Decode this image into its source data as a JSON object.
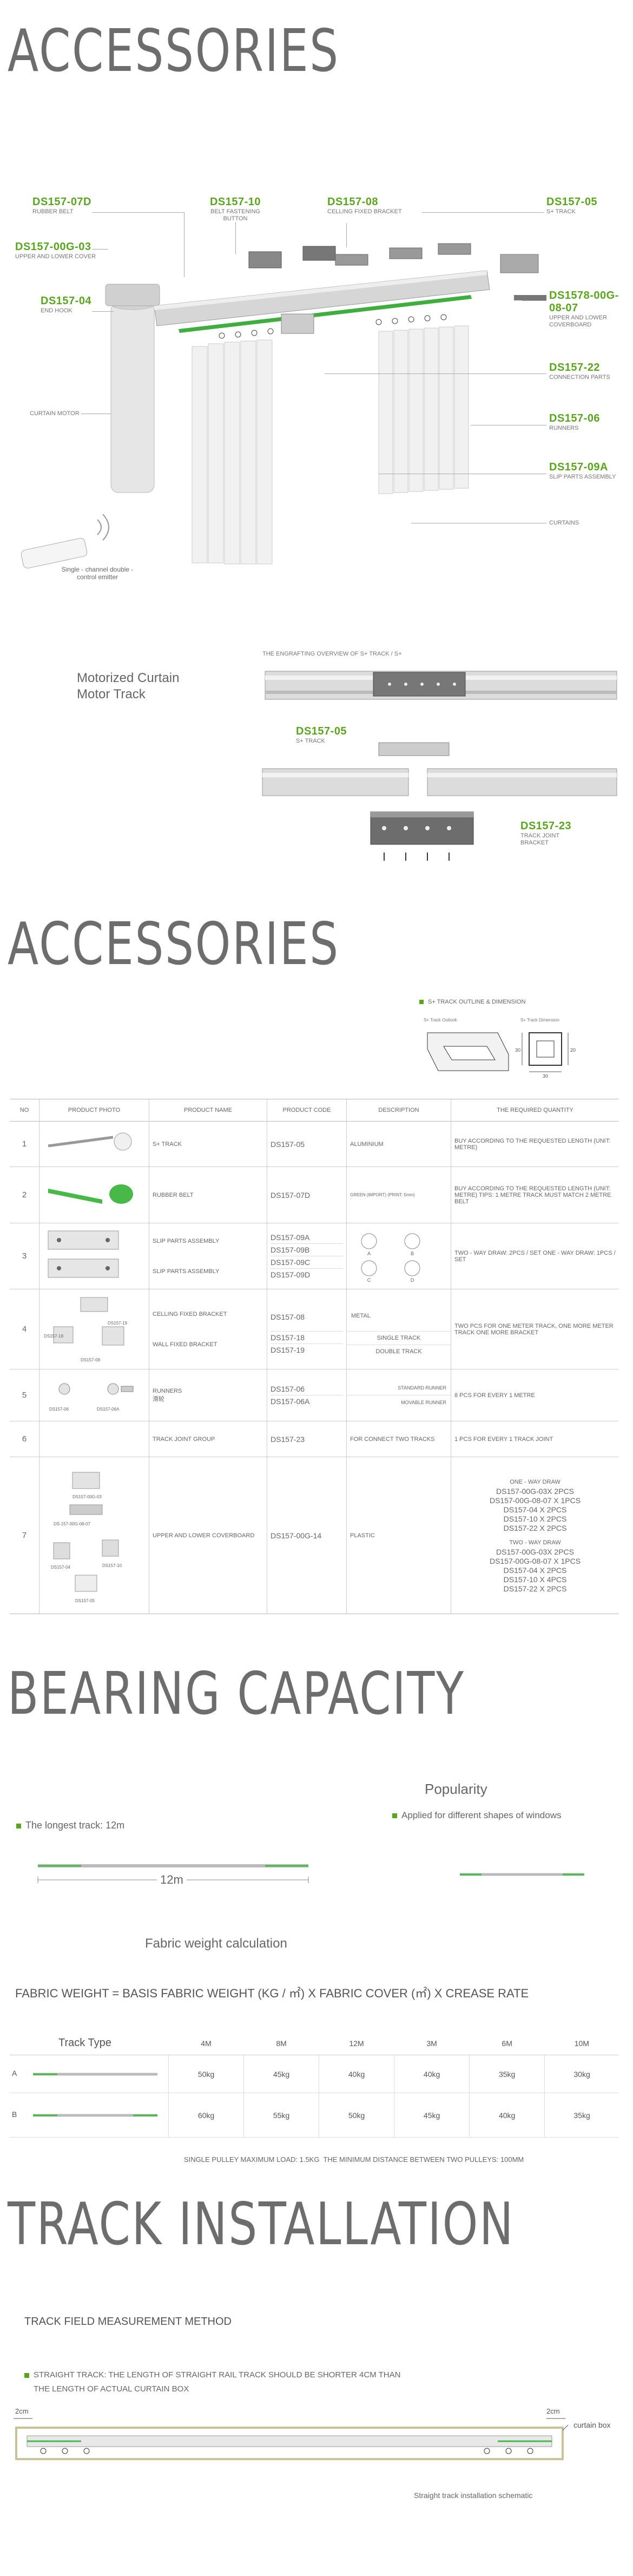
{
  "sections": {
    "accessories_title": "ACCESSORIES",
    "accessories_title_2": "ACCESSORIES",
    "bearing_title": "BEARING CAPACITY",
    "install_title": "TRACK INSTALLATION"
  },
  "diagram": {
    "callouts": {
      "ds157_07d": {
        "code": "DS157-07D",
        "label": "RUBBER BELT"
      },
      "ds157_10": {
        "code": "DS157-10",
        "label": "BELT FASTENING BUTTON"
      },
      "ds157_08": {
        "code": "DS157-08",
        "label": "CELLING FIXED BRACKET"
      },
      "ds157_05": {
        "code": "DS157-05",
        "label": "S+ TRACK"
      },
      "ds157_00g_03": {
        "code": "DS157-00G-03",
        "label": "UPPER AND LOWER COVER"
      },
      "ds157_04": {
        "code": "DS157-04",
        "label": "END HOOK"
      },
      "ds1578": {
        "code": "DS1578-00G-08-07",
        "label": "UPPER AND LOWER COVERBOARD"
      },
      "ds157_22": {
        "code": "DS157-22",
        "label": "CONNECTION PARTS"
      },
      "ds157_06": {
        "code": "DS157-06",
        "label": "RUNNERS"
      },
      "ds157_09a": {
        "code": "DS157-09A",
        "label": "SLIP PARTS ASSEMBLY"
      },
      "curtains": {
        "label": "CURTAINS"
      },
      "curtain_motor": {
        "label": "CURTAIN MOTOR"
      },
      "emitter": {
        "label": "Single - channel double - control emitter"
      }
    },
    "motorized_text": "Motorized Curtain Motor Track",
    "overview_caption": "THE ENGRAFTING OVERVIEW OF S+ TRACK / S+",
    "overview_ds157_05": {
      "code": "DS157-05",
      "label": "S+ TRACK"
    },
    "overview_ds157_23": {
      "code": "DS157-23",
      "label": "TRACK JOINT BRACKET"
    }
  },
  "outline": {
    "heading": "S+ TRACK OUTLINE & DIMENSION",
    "left_caption": "S+ Track Outlook",
    "right_caption": "S+ Track Dimension",
    "dim_w": "30",
    "dim_h": "30",
    "dim_side": "20"
  },
  "accessories_table": {
    "headers": [
      "NO",
      "PRODUCT PHOTO",
      "PRODUCT NAME",
      "PRODUCT CODE",
      "DESCRIPTION",
      "THE REQUIRED QUANTITY"
    ],
    "rows": {
      "r1": {
        "no": "1",
        "name": "S+ TRACK",
        "code": "DS157-05",
        "desc": "ALUMINIUM",
        "qty": "BUY ACCORDING TO THE REQUESTED LENGTH (UNIT: METRE)"
      },
      "r2": {
        "no": "2",
        "name": "RUBBER BELT",
        "code": "DS157-07D",
        "desc": "GREEN (IMPORT) (PRINT: 5mm)",
        "qty": "BUY ACCORDING TO THE REQUESTED LENGTH (UNIT: METRE) TIPS: 1 METRE TRACK MUST MATCH 2 METRE BELT"
      },
      "r3": {
        "no": "3",
        "name_a": "SLIP PARTS ASSEMBLY",
        "name_b": "SLIP PARTS ASSEMBLY",
        "codes": [
          "DS157-09A",
          "DS157-09B",
          "DS157-09C",
          "DS157-09D"
        ],
        "qty": "TWO - WAY DRAW: 2PCS / SET ONE - WAY DRAW: 1PCS / SET",
        "photo_labels": [
          "A",
          "B",
          "C",
          "D"
        ]
      },
      "r4": {
        "no": "4",
        "name_a": "CELLING FIXED BRACKET",
        "name_b": "WALL FIXED BRACKET",
        "codes": [
          "DS157-08",
          "DS157-18",
          "DS157-19"
        ],
        "desc_a": "METAL",
        "desc_b": "SINGLE TRACK",
        "desc_c": "DOUBLE TRACK",
        "qty": "TWO PCS FOR ONE METER TRACK, ONE MORE METER TRACK ONE MORE BRACKET",
        "photo_labels": [
          "DS157-18",
          "DS157-19",
          "DS157-08"
        ]
      },
      "r5": {
        "no": "5",
        "name": "RUNNERS",
        "name_cn": "滑轮",
        "codes": [
          "DS157-06",
          "DS157-06A"
        ],
        "desc_a": "STANDARD RUNNER",
        "desc_b": "MOVABLE RUNNER",
        "qty": "8 PCS FOR EVERY 1 METRE",
        "photo_labels": [
          "DS157-06",
          "DS157-06A"
        ]
      },
      "r6": {
        "no": "6",
        "name": "TRACK JOINT GROUP",
        "code": "DS157-23",
        "desc": "FOR CONNECT TWO TRACKS",
        "qty": "1 PCS FOR EVERY 1 TRACK JOINT"
      },
      "r7": {
        "no": "7",
        "name": "UPPER AND LOWER COVERBOARD",
        "code": "DS157-00G-14",
        "desc": "PLASTIC",
        "photo_labels": [
          "DS157-00G-03",
          "DS-157-00G-08-07",
          "DS157-04",
          "DS157-10",
          "DS157-05"
        ],
        "qty_one_title": "ONE - WAY DRAW",
        "qty_one": [
          "DS157-00G-03X 2PCS",
          "DS157-00G-08-07 X 1PCS",
          "DS157-04 X 2PCS",
          "DS157-10 X 2PCS",
          "DS157-22 X 2PCS"
        ],
        "qty_two_title": "TWO - WAY DRAW",
        "qty_two": [
          "DS157-00G-03X 2PCS",
          "DS157-00G-08-07 X 1PCS",
          "DS157-04 X 2PCS",
          "DS157-10 X 4PCS",
          "DS157-22 X 2PCS"
        ]
      }
    }
  },
  "bearing": {
    "longest_track": "The longest track: 12m",
    "track_len_label": "12m",
    "popularity_title": "Popularity",
    "popularity_text": "Applied for different shapes of windows",
    "fabric_title": "Fabric weight calculation",
    "formula": "FABRIC WEIGHT = BASIS FABRIC WEIGHT (KG / ㎡) X FABRIC COVER (㎡) X CREASE RATE",
    "table": {
      "header_type": "Track Type",
      "lengths": [
        "4M",
        "8M",
        "12M",
        "3M",
        "6M",
        "10M"
      ],
      "row_a": {
        "label": "A",
        "values": [
          "50kg",
          "45kg",
          "40kg",
          "40kg",
          "35kg",
          "30kg"
        ]
      },
      "row_b": {
        "label": "B",
        "values": [
          "60kg",
          "55kg",
          "50kg",
          "45kg",
          "40kg",
          "35kg"
        ]
      }
    },
    "note": "SINGLE PULLEY MAXIMUM LOAD: 1.5KG  THE MINIMUM DISTANCE BETWEEN TWO PULLEYS: 100MM"
  },
  "installation": {
    "method_title": "TRACK FIELD MEASUREMENT METHOD",
    "straight_text_1": "STRAIGHT TRACK: THE LENGTH OF STRAIGHT RAIL TRACK SHOULD BE SHORTER 4CM THAN",
    "straight_text_2": "THE LENGTH OF ACTUAL CURTAIN BOX",
    "left_dim": "2cm",
    "right_dim": "2cm",
    "curtain_box_label": "curtain box",
    "schematic_caption": "Straight track installation schematic"
  },
  "colors": {
    "accent": "#5aa51e",
    "title_gray": "#6d6d6d"
  }
}
